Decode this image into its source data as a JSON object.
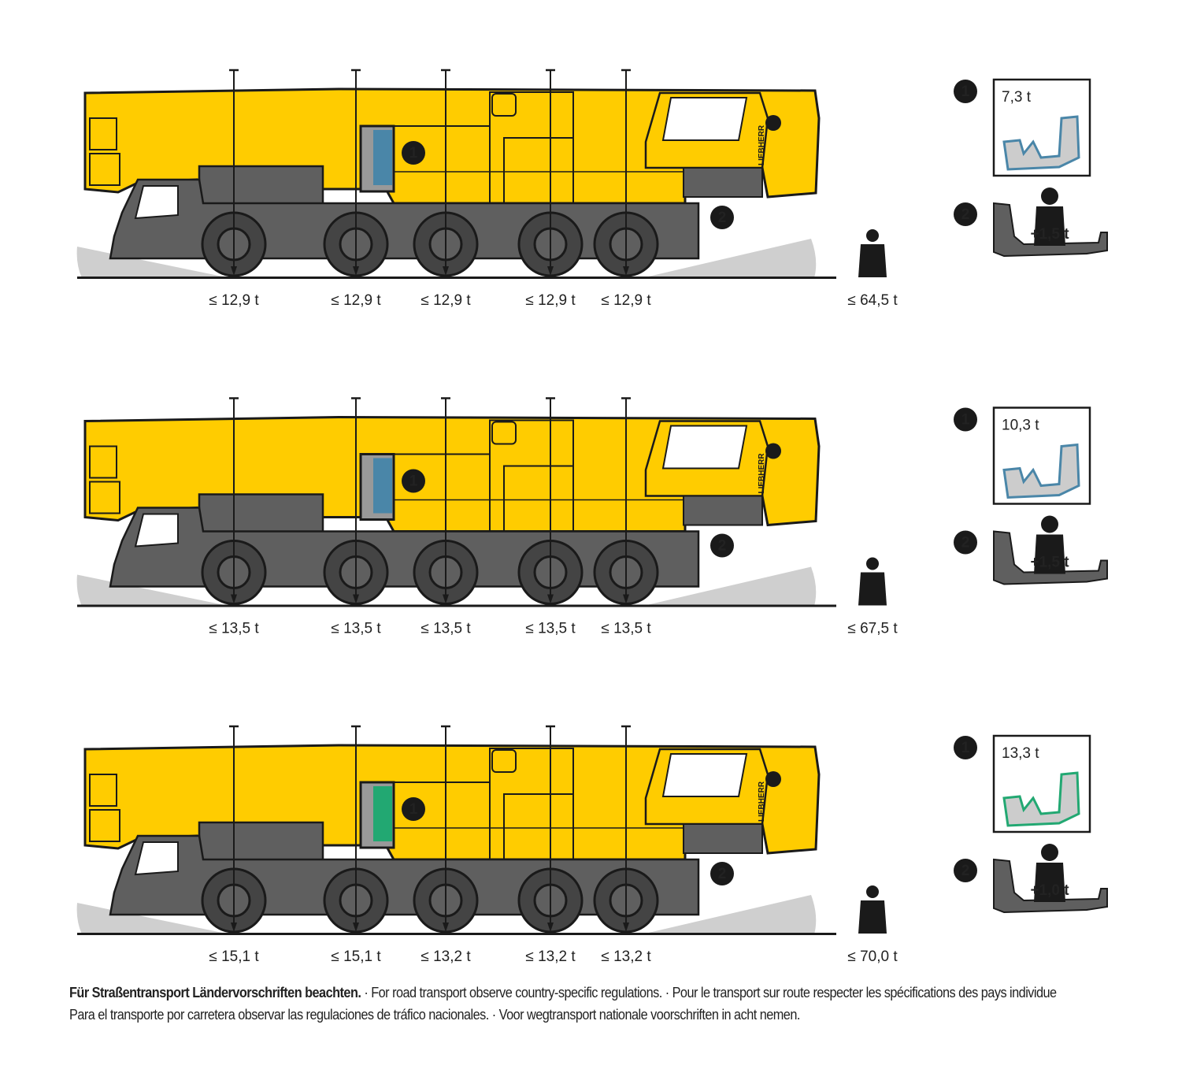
{
  "brand_text": "LIEBHERR",
  "colors": {
    "boom": "#ffcc00",
    "chassis": "#5f5f5f",
    "outline": "#1a1a1a",
    "ground_wedge": "#cfcfcf"
  },
  "configurations": [
    {
      "axle_loads": [
        "≤ 12,9 t",
        "≤ 12,9 t",
        "≤ 12,9 t",
        "≤ 12,9 t",
        "≤ 12,9 t"
      ],
      "total": "≤ 64,5 t",
      "ballast_weight": "7,3 t",
      "ballast_color": "#4a86a8",
      "counterweight_add": "+1,5 t"
    },
    {
      "axle_loads": [
        "≤ 13,5 t",
        "≤ 13,5 t",
        "≤ 13,5 t",
        "≤ 13,5 t",
        "≤ 13,5 t"
      ],
      "total": "≤ 67,5 t",
      "ballast_weight": "10,3 t",
      "ballast_color": "#4a86a8",
      "counterweight_add": "+1,5 t"
    },
    {
      "axle_loads": [
        "≤ 15,1 t",
        "≤ 15,1 t",
        "≤ 13,2 t",
        "≤ 13,2 t",
        "≤ 13,2 t"
      ],
      "total": "≤ 70,0 t",
      "ballast_weight": "13,3 t",
      "ballast_color": "#22a872",
      "counterweight_add": "+1,0 t"
    }
  ],
  "markers": {
    "one": "1",
    "two": "2"
  },
  "footer": {
    "bold": "Für Straßentransport Ländervorschriften beachten.",
    "line1_rest": " · For road transport observe country-specific regulations. · Pour le transport sur route respecter les spécifications des pays individue",
    "line2": "Para el transporte por carretera observar las regulaciones de tráfico nacionales. · Voor wegtransport nationale voorschriften in acht nemen."
  }
}
